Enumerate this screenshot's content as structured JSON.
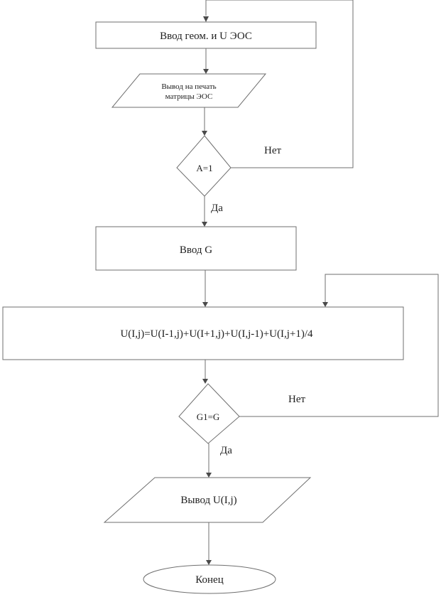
{
  "flowchart": {
    "input_geom": "Ввод геом. и U ЭОС",
    "print_matrix_line1": "Вывод на печать",
    "print_matrix_line2": "матрицы ЭОС",
    "cond_a": "A=1",
    "cond_a_no": "Нет",
    "cond_a_yes": "Да",
    "input_g": "Ввод G",
    "formula": "U(I,j)=U(I-1,j)+U(I+1,j)+U(I,j-1)+U(I,j+1)/4",
    "cond_g": "G1=G",
    "cond_g_no": "Нет",
    "cond_g_yes": "Да",
    "output_u": "Вывод U(I,j)",
    "end": "Конец"
  }
}
